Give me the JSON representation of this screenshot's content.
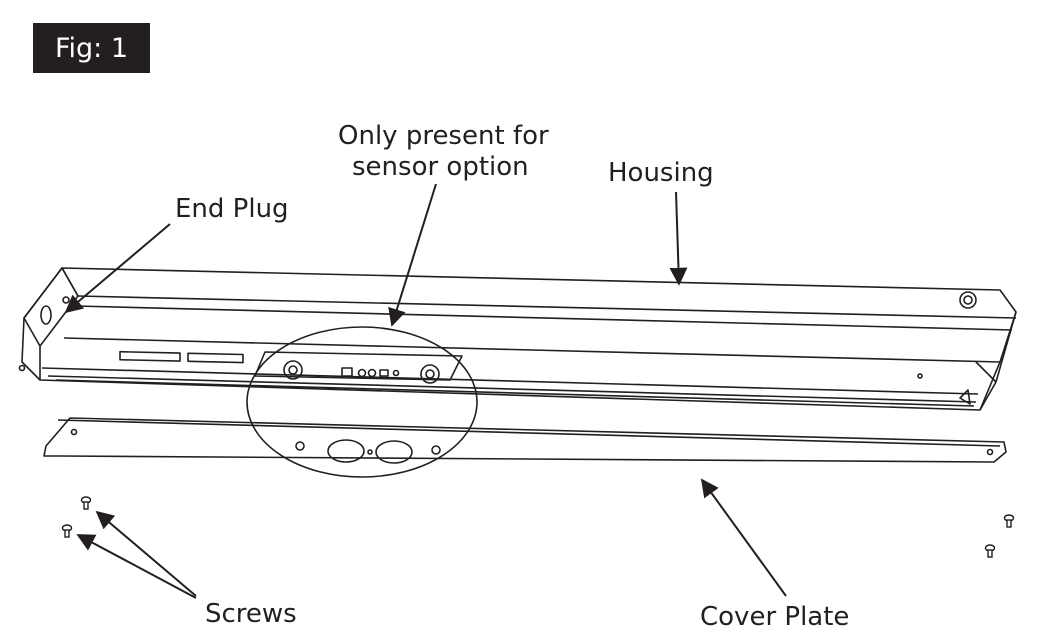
{
  "figure": {
    "label": "Fig: 1"
  },
  "labels": {
    "sensor_line1": "Only present for",
    "sensor_line2": "sensor option",
    "housing": "Housing",
    "end_plug": "End Plug",
    "screws": "Screws",
    "cover_plate": "Cover Plate"
  }
}
